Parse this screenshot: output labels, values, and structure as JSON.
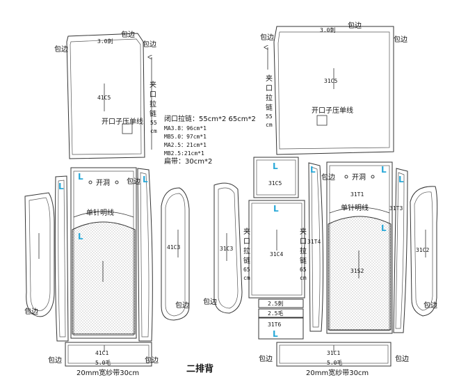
{
  "title": "二排背",
  "left": {
    "top": {
      "code": "41C5",
      "edge": "3.0刺",
      "binding": "包边",
      "opening": "开口子压单线"
    },
    "zipper": [
      "夹",
      "口",
      "拉",
      "链",
      "55",
      "cm"
    ],
    "panel": {
      "opening": "开洞",
      "stitch": "单针明线",
      "mark": "L"
    },
    "side": {
      "code": "41C3",
      "binding": "包边"
    },
    "bottom": {
      "code": "41C1",
      "edge": "5.0毛",
      "binding": "包边",
      "note": "20mm宽纱带30cm"
    }
  },
  "specs": [
    "闭口拉链：55cm*2  65cm*2",
    "MA3.8：96cm*1",
    "MB5.0：97cm*1",
    "MA2.5：21cm*1",
    "MB2.5:21cm*1",
    "扁带：30cm*2"
  ],
  "right": {
    "top": {
      "code": "31C5",
      "edge": "3.0刺",
      "binding": "包边",
      "opening": "开口子压单线"
    },
    "zipper": [
      "夹",
      "口",
      "拉",
      "链",
      "55",
      "cm"
    ],
    "small": {
      "code": "31C5",
      "mark": "L"
    },
    "middle": {
      "code": "31C4",
      "zipper": [
        "夹",
        "口",
        "拉",
        "链",
        "65",
        "cm"
      ],
      "mark": "L"
    },
    "leftSide": {
      "code": "31C3",
      "binding": "包边"
    },
    "strip2": {
      "edge": "2.5刺"
    },
    "strip3": {
      "edge": "2.5毛"
    },
    "small2": {
      "code": "31T6",
      "mark": "L"
    },
    "t4": {
      "code": "31T4"
    },
    "panel": {
      "code": "31T1",
      "code2": "31S2",
      "opening": "开洞",
      "stitch": "单针明线",
      "mark": "L"
    },
    "t3": {
      "code": "31T3"
    },
    "rightSide": {
      "code": "31C2",
      "binding": "包边"
    },
    "bottom": {
      "code": "31C1",
      "edge": "5.0毛",
      "binding": "包边",
      "note": "20mm宽纱带30cm"
    }
  }
}
